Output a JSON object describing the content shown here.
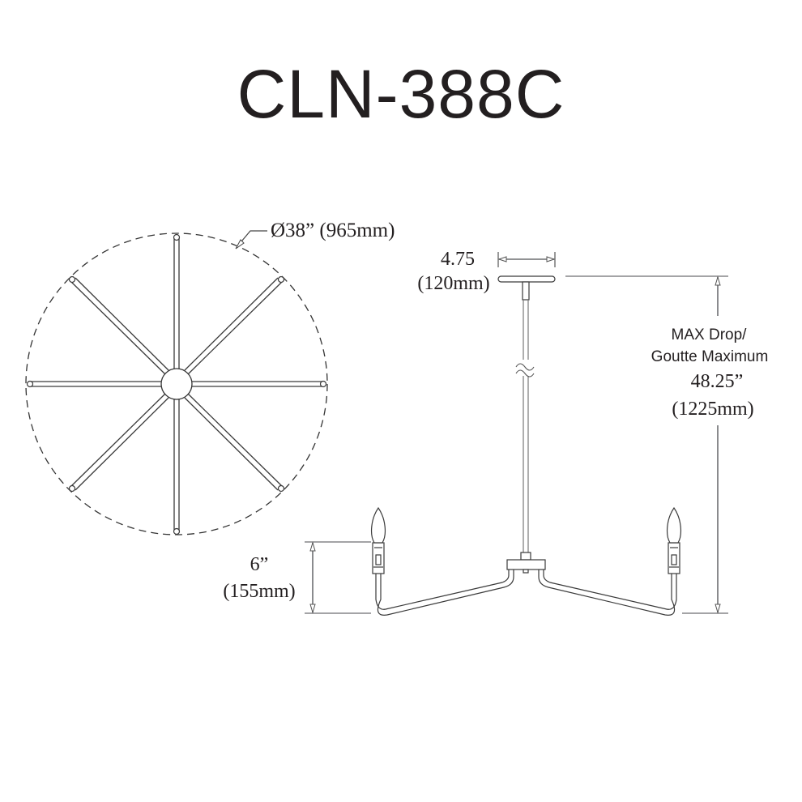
{
  "title": "CLN-388C",
  "top_view": {
    "diameter_label": "Ø38” (965mm)",
    "arm_count": 8
  },
  "side_view": {
    "canopy_width": {
      "inches": "4.75",
      "mm": "(120mm)"
    },
    "max_drop": {
      "label_en": "MAX Drop/",
      "label_fr": "Goutte Maximum",
      "inches": "48.25”",
      "mm": "(1225mm)"
    },
    "arm_height": {
      "inches": "6”",
      "mm": "(155mm)"
    }
  },
  "colors": {
    "line": "#231f20",
    "dim_line": "#6d6e71"
  }
}
